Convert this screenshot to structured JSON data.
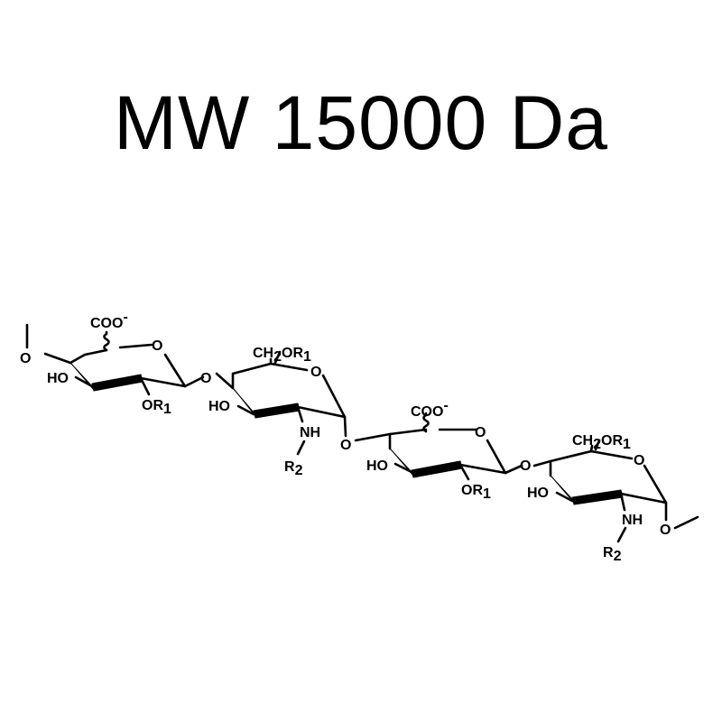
{
  "title": "MW 15000 Da",
  "labels": {
    "O": "O",
    "HO": "HO",
    "NH": "NH",
    "COO": "COO",
    "minus": "-",
    "OR": "OR",
    "one": "1",
    "CH": "CH",
    "two": "2",
    "R": "R"
  }
}
